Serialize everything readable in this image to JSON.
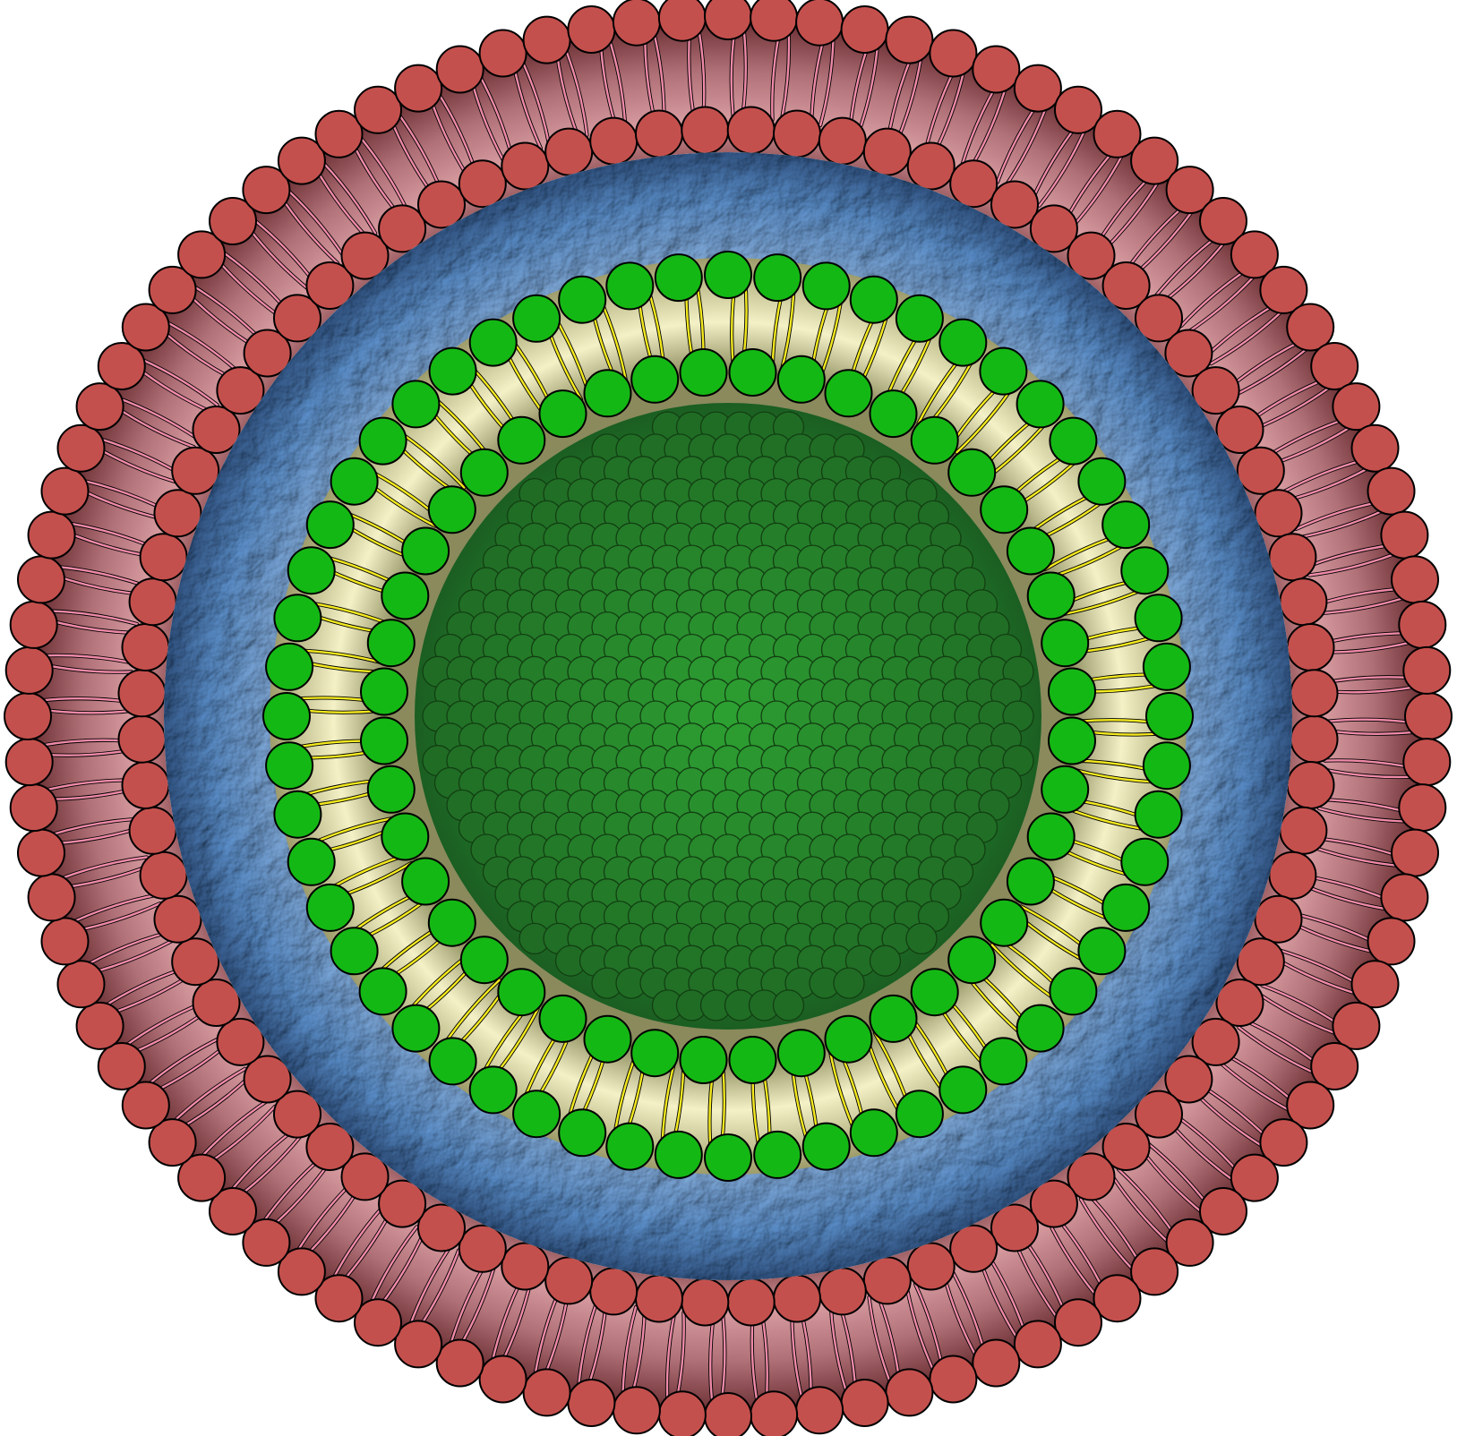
{
  "diagram": {
    "type": "multilamellar-vesicle-cross-section",
    "layers": [
      {
        "id": "outer-bilayer",
        "role": "phospholipid bilayer",
        "head_color": "#c4504d",
        "tail_color": "#f08aa8",
        "band_color": "#c77f85"
      },
      {
        "id": "aqueous-layer",
        "role": "aqueous compartment",
        "color": "#5b8fcb"
      },
      {
        "id": "inner-bilayer",
        "role": "phospholipid bilayer",
        "head_color": "#14b814",
        "tail_color": "#f5ea1f",
        "band_color": "#d8d6a2"
      },
      {
        "id": "core",
        "role": "packed inner core",
        "color": "#268a26"
      }
    ]
  }
}
